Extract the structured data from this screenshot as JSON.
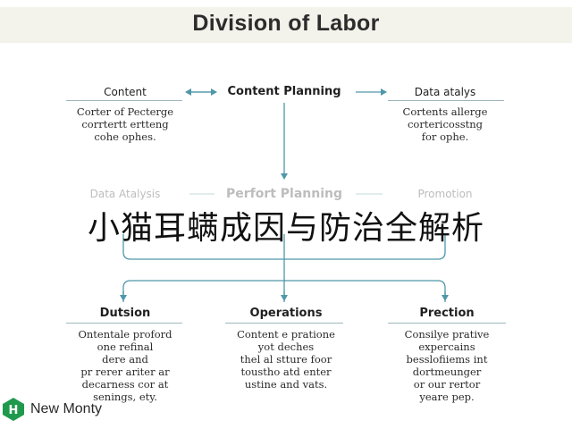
{
  "title": "Division of Labor",
  "row1": {
    "left": {
      "label": "Content",
      "text": "Corter of Pecterge\ncorrtertt ertteng\ncohe ophes."
    },
    "center": {
      "label": "Content Planning"
    },
    "right": {
      "label": "Data atalys",
      "text": "Cortents allerge\ncortericosstng\nfor ophe."
    }
  },
  "row2": {
    "left": {
      "label": "Data Atalysis"
    },
    "center": {
      "label": "Perfort Planning"
    },
    "right": {
      "label": "Promotion"
    }
  },
  "overlay_text": "小猫耳螨成因与防治全解析",
  "row3": {
    "left": {
      "label": "Dutsion",
      "text": "Ontentale proford\none refinal\ndere and\npr rerer ariter ar\ndecarness cor at\nsenings, ety."
    },
    "center": {
      "label": "Operations",
      "text": "Content e pratione\nyot deches\nthel al stture foor\ntoustho atd enter\nustine and vats."
    },
    "right": {
      "label": "Prection",
      "text": "Consilye prative\nexpercains\nbesslofiiems int\ndortmeunger\nor our rertor\nyeare pep."
    }
  },
  "brand": {
    "name": "New Monty",
    "logo_letter": "H"
  },
  "colors": {
    "arrow": "#4f97a9",
    "rule": "#9fb8bd",
    "logo": "#1f9a4c"
  }
}
